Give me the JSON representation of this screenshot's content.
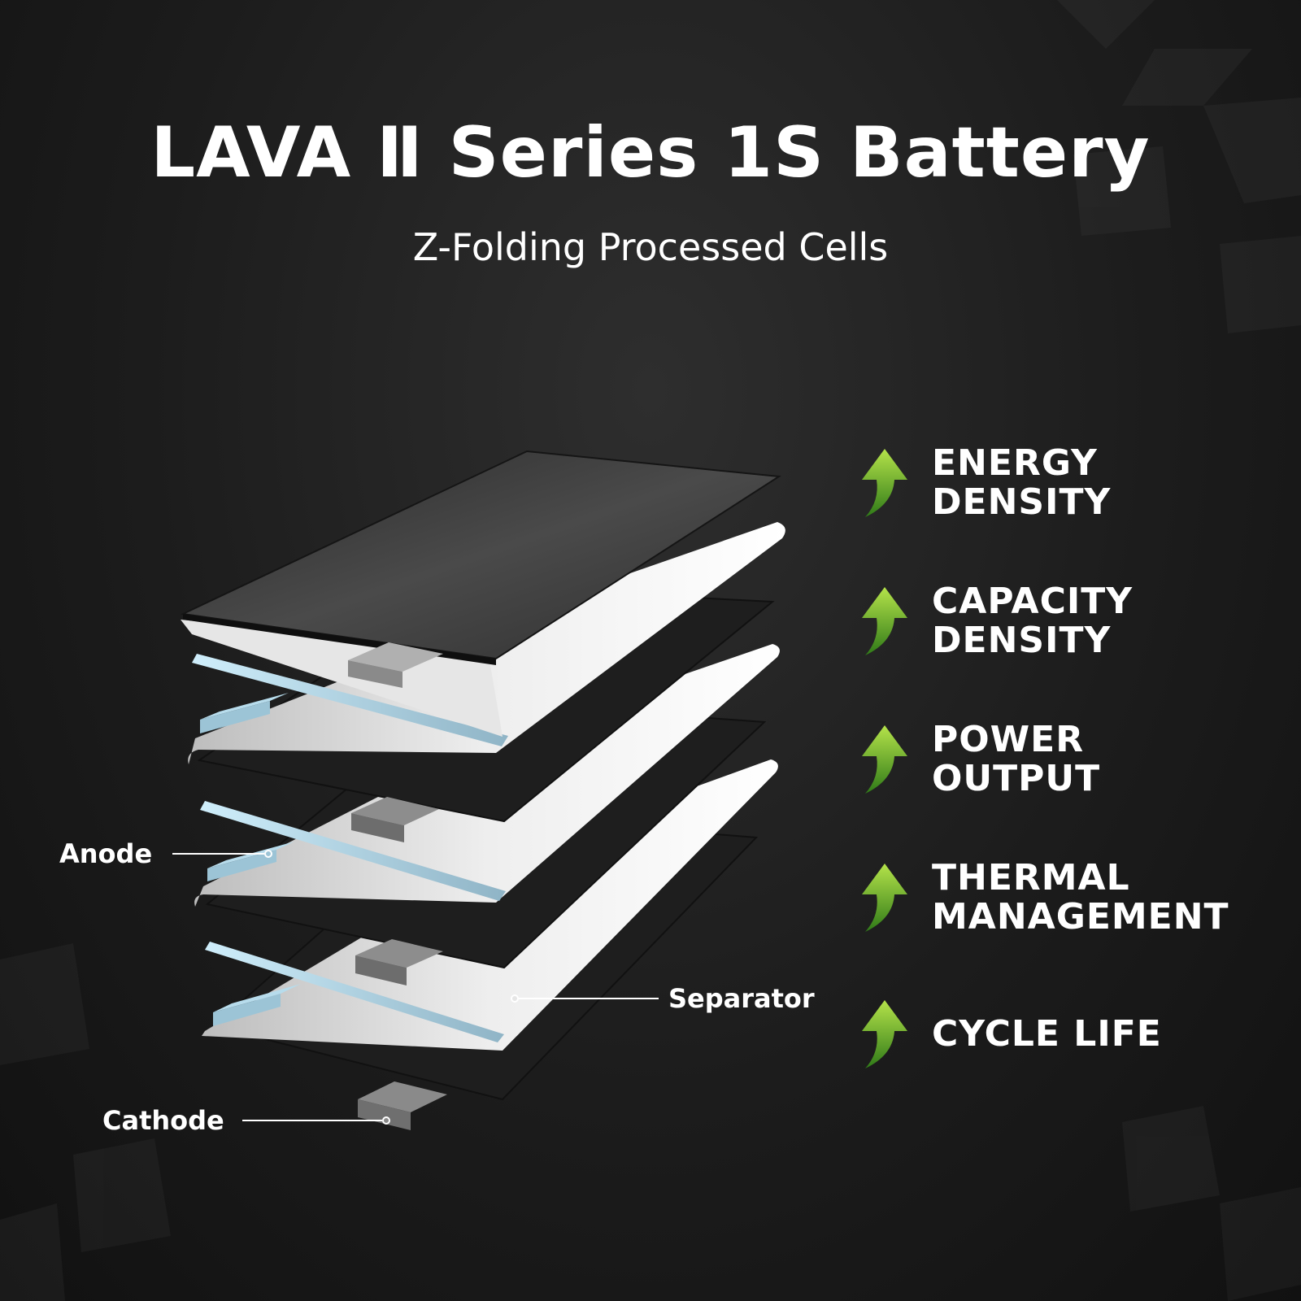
{
  "header": {
    "title": "LAVA Ⅱ Series 1S Battery",
    "subtitle": "Z-Folding Processed Cells"
  },
  "diagram": {
    "labels": {
      "anode": "Anode",
      "separator": "Separator",
      "cathode": "Cathode"
    }
  },
  "features": [
    {
      "line1": "ENERGY",
      "line2": "DENSITY",
      "icon": "up-arrow-icon"
    },
    {
      "line1": "CAPACITY",
      "line2": "DENSITY",
      "icon": "up-arrow-icon"
    },
    {
      "line1": "POWER",
      "line2": "OUTPUT",
      "icon": "up-arrow-icon"
    },
    {
      "line1": "THERMAL",
      "line2": "MANAGEMENT",
      "icon": "up-arrow-icon"
    },
    {
      "line1": "CYCLE LIFE",
      "line2": "",
      "icon": "up-arrow-icon"
    }
  ],
  "colors": {
    "background": "#1c1c1c",
    "cathode": "#222222",
    "separator": "#f2f2f2",
    "anode": "#bfe3f2",
    "arrow": "#8cc63f"
  }
}
